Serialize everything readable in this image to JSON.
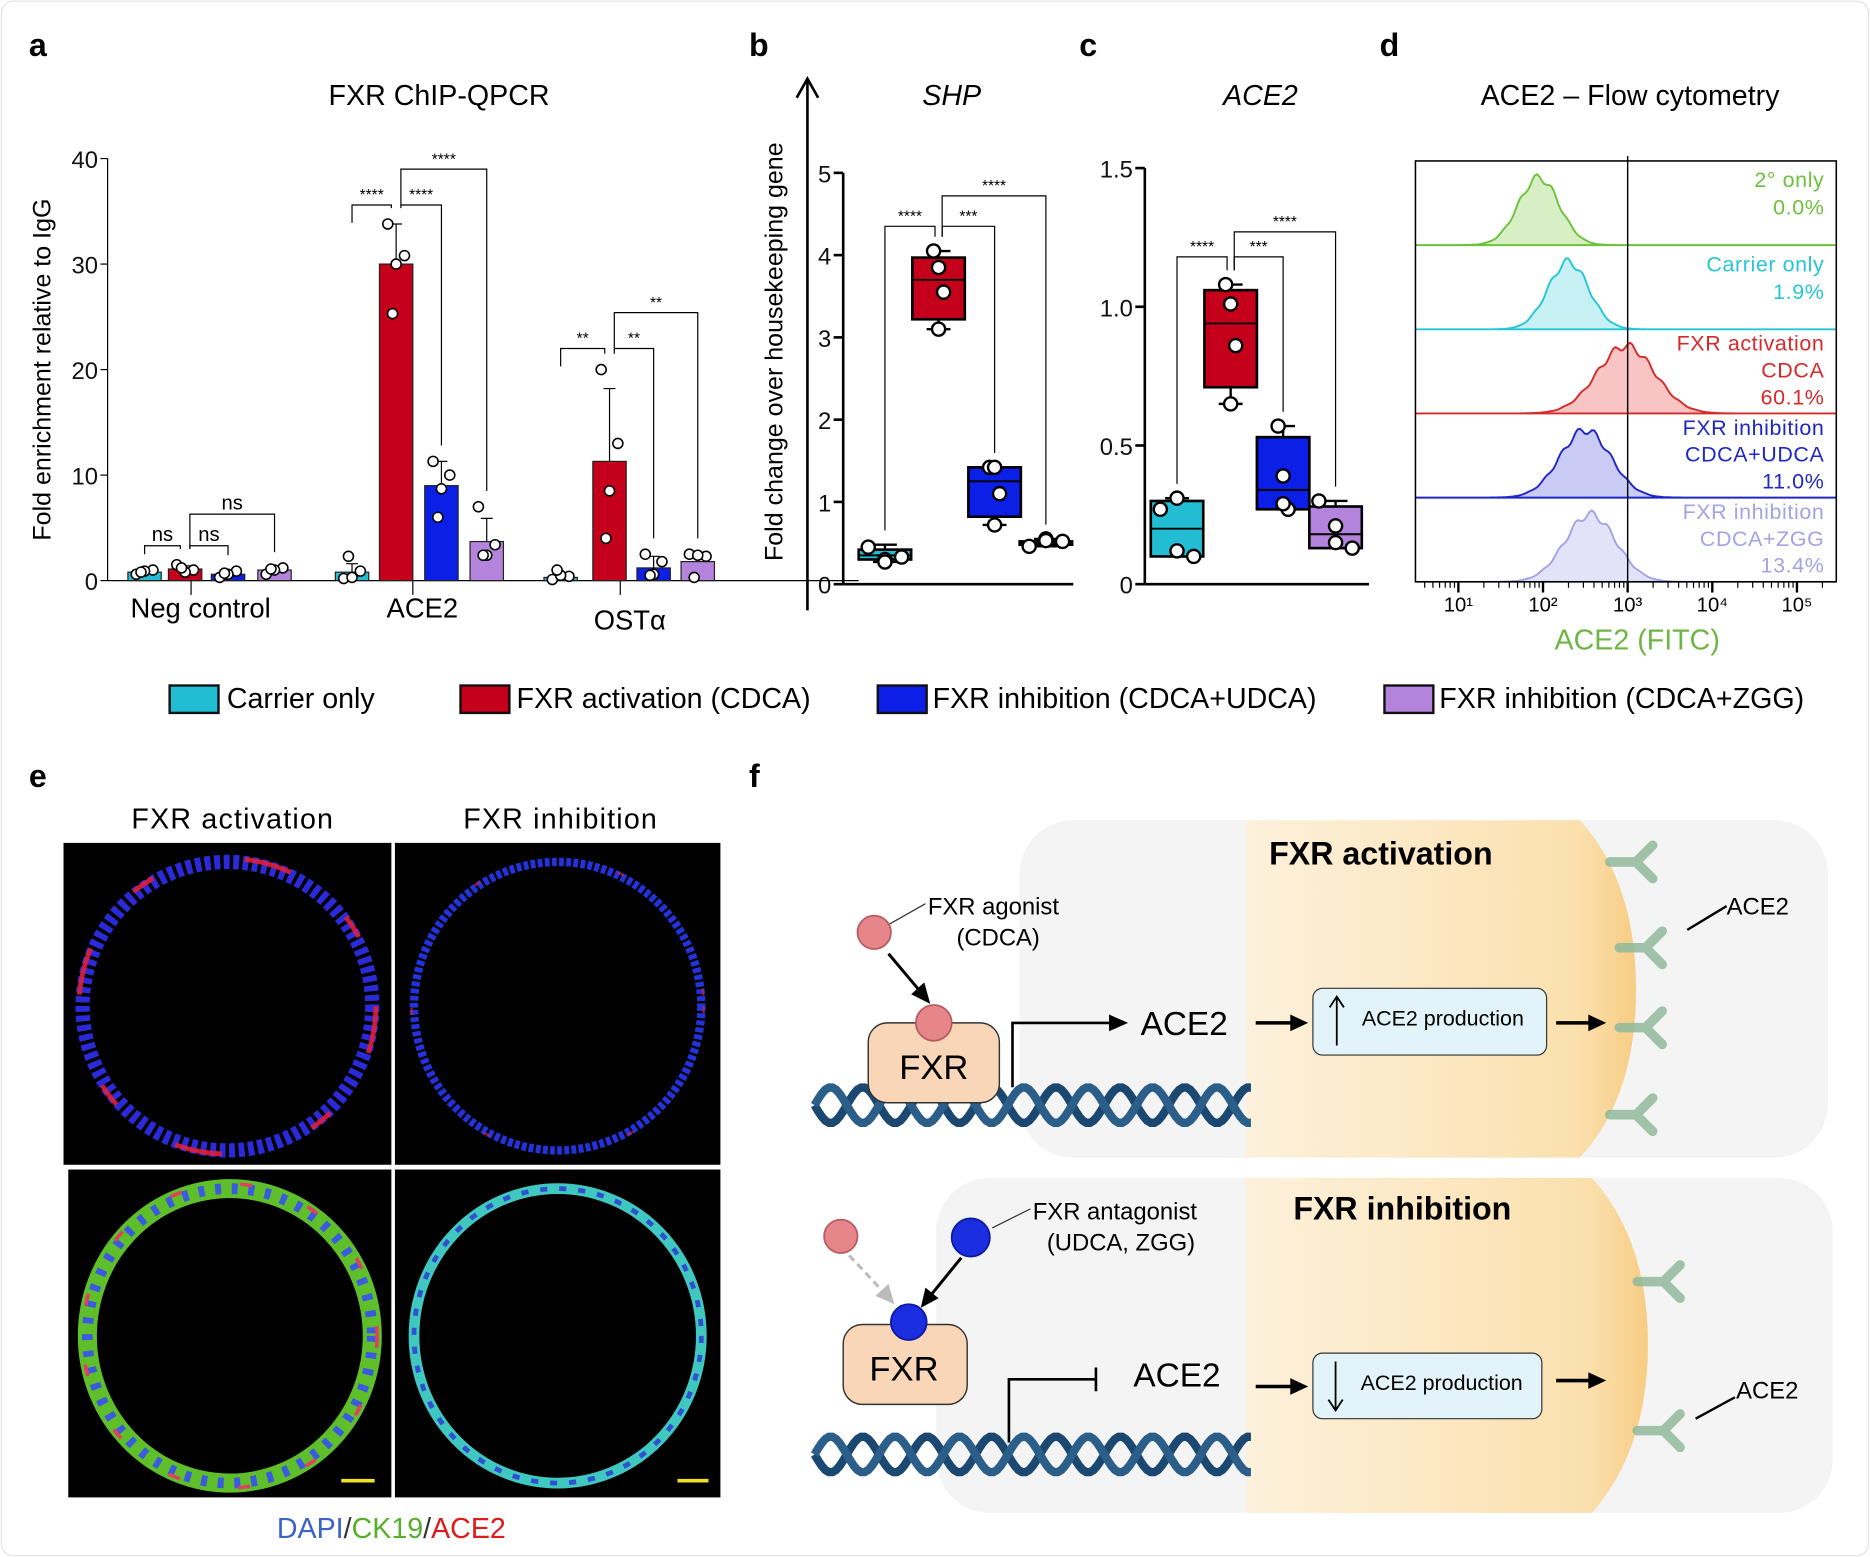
{
  "figure": {
    "panel_labels": {
      "a": "a",
      "b": "b",
      "c": "c",
      "d": "d",
      "e": "e",
      "f": "f"
    },
    "legend": [
      {
        "label": "Carrier only",
        "color": "#22bdd2"
      },
      {
        "label": "FXR activation (CDCA)",
        "color": "#c4001a"
      },
      {
        "label": "FXR inhibition (CDCA+UDCA)",
        "color": "#0b1fe6"
      },
      {
        "label": "FXR inhibition (CDCA+ZGG)",
        "color": "#b483dc"
      }
    ]
  },
  "chart_data": [
    {
      "panel": "a",
      "type": "bar",
      "title": "FXR ChIP-QPCR",
      "ylabel": "Fold enrichment relative to IgG",
      "ylim": [
        0,
        40
      ],
      "yticks": [
        "0",
        "10",
        "20",
        "30",
        "40"
      ],
      "categories": [
        "Neg control",
        "ACE2",
        "OSTα"
      ],
      "series": [
        {
          "name": "Carrier only",
          "values": [
            0.8,
            0.8,
            0.3
          ],
          "sd": [
            0.3,
            0.8,
            0.3
          ],
          "points": [
            [
              0.6,
              1.0,
              0.9,
              0.8
            ],
            [
              0.2,
              0.9,
              0.3,
              2.3
            ],
            [
              0.1,
              0.4,
              0.5,
              1.0
            ]
          ]
        },
        {
          "name": "FXR activation (CDCA)",
          "values": [
            1.1,
            30.0,
            11.3
          ],
          "sd": [
            0.3,
            3.8,
            6.9
          ],
          "points": [
            [
              1.5,
              1.0,
              0.8,
              1.2
            ],
            [
              33.8,
              30.8,
              30.0,
              25.3
            ],
            [
              20.0,
              13.0,
              8.5,
              4.0
            ]
          ]
        },
        {
          "name": "FXR inhibition (CDCA+UDCA)",
          "values": [
            0.6,
            9.0,
            1.2
          ],
          "sd": [
            0.3,
            2.3,
            1.1
          ],
          "points": [
            [
              0.3,
              0.9,
              0.6,
              0.7
            ],
            [
              11.3,
              10.0,
              8.7,
              6.0
            ],
            [
              2.5,
              1.8,
              0.6,
              0.5
            ]
          ]
        },
        {
          "name": "FXR inhibition (CDCA+ZGG)",
          "values": [
            1.0,
            3.7,
            1.8
          ],
          "sd": [
            0.3,
            2.2,
            0.8
          ],
          "points": [
            [
              0.6,
              1.2,
              1.0,
              1.1
            ],
            [
              7.0,
              3.4,
              2.4,
              2.4
            ],
            [
              2.5,
              2.3,
              2.4,
              0.3
            ]
          ]
        }
      ],
      "significance": [
        [
          {
            "from": 0,
            "to": 1,
            "label": "ns"
          },
          {
            "from": 1,
            "to": 2,
            "label": "ns"
          },
          {
            "from": 1,
            "to": 3,
            "label": "ns"
          }
        ],
        [
          {
            "from": 0,
            "to": 1,
            "label": "****"
          },
          {
            "from": 1,
            "to": 2,
            "label": "****"
          },
          {
            "from": 1,
            "to": 3,
            "label": "****"
          }
        ],
        [
          {
            "from": 0,
            "to": 1,
            "label": "**"
          },
          {
            "from": 1,
            "to": 2,
            "label": "**"
          },
          {
            "from": 1,
            "to": 3,
            "label": "**"
          }
        ]
      ]
    },
    {
      "panel": "b",
      "type": "box",
      "title": "SHP",
      "ylabel": "Fold change over housekeeping gene",
      "ylim": [
        0,
        5
      ],
      "yticks": [
        "0",
        "1",
        "2",
        "3",
        "4",
        "5"
      ],
      "groups": [
        {
          "name": "Carrier only",
          "min": 0.27,
          "q1": 0.3,
          "median": 0.35,
          "q3": 0.42,
          "max": 0.48,
          "points": [
            0.45,
            0.3,
            0.33,
            0.27
          ]
        },
        {
          "name": "FXR activation (CDCA)",
          "min": 3.1,
          "q1": 3.22,
          "median": 3.7,
          "q3": 3.97,
          "max": 4.05,
          "points": [
            4.05,
            3.85,
            3.55,
            3.1
          ]
        },
        {
          "name": "FXR inhibition (CDCA+UDCA)",
          "min": 0.72,
          "q1": 0.82,
          "median": 1.25,
          "q3": 1.42,
          "max": 1.42,
          "points": [
            1.42,
            1.42,
            1.1,
            0.72
          ]
        },
        {
          "name": "FXR inhibition (CDCA+ZGG)",
          "min": 0.46,
          "q1": 0.48,
          "median": 0.5,
          "q3": 0.52,
          "max": 0.55,
          "points": [
            0.46,
            0.55,
            0.52,
            0.53
          ]
        }
      ],
      "significance": [
        {
          "from": 0,
          "to": 1,
          "label": "****"
        },
        {
          "from": 1,
          "to": 2,
          "label": "***"
        },
        {
          "from": 1,
          "to": 3,
          "label": "****"
        }
      ]
    },
    {
      "panel": "c",
      "type": "box",
      "title": "ACE2",
      "ylabel": "",
      "ylim": [
        0,
        1.5
      ],
      "yticks": [
        "0",
        "0.5",
        "1.0",
        "1.5"
      ],
      "groups": [
        {
          "name": "Carrier only",
          "min": 0.1,
          "q1": 0.1,
          "median": 0.2,
          "q3": 0.3,
          "max": 0.31,
          "points": [
            0.27,
            0.31,
            0.1,
            0.12
          ]
        },
        {
          "name": "FXR activation (CDCA)",
          "min": 0.65,
          "q1": 0.71,
          "median": 0.94,
          "q3": 1.06,
          "max": 1.08,
          "points": [
            1.08,
            1.01,
            0.86,
            0.65
          ]
        },
        {
          "name": "FXR inhibition (CDCA+UDCA)",
          "min": 0.27,
          "q1": 0.27,
          "median": 0.34,
          "q3": 0.53,
          "max": 0.57,
          "points": [
            0.57,
            0.39,
            0.27,
            0.29
          ]
        },
        {
          "name": "FXR inhibition (CDCA+ZGG)",
          "min": 0.13,
          "q1": 0.13,
          "median": 0.18,
          "q3": 0.28,
          "max": 0.3,
          "points": [
            0.3,
            0.21,
            0.13,
            0.15
          ]
        }
      ],
      "significance": [
        {
          "from": 0,
          "to": 1,
          "label": "****"
        },
        {
          "from": 1,
          "to": 2,
          "label": "***"
        },
        {
          "from": 1,
          "to": 3,
          "label": "****"
        }
      ]
    },
    {
      "panel": "d",
      "type": "histogram",
      "title": "ACE2 – Flow cytometry",
      "xlabel": "ACE2 (FITC)",
      "xscale": "log",
      "xticks": [
        "10¹",
        "10²",
        "10³",
        "10⁴",
        "10⁵"
      ],
      "gate": "10³",
      "rows": [
        {
          "lines": [
            "2° only",
            "0.0%"
          ],
          "color": "#6cc23a",
          "fill": "#d8efc6",
          "peak_log10": 1.95,
          "spread_log10": 0.24
        },
        {
          "lines": [
            "Carrier only",
            "1.9%"
          ],
          "color": "#26c6d6",
          "fill": "#c6f0f3",
          "peak_log10": 2.3,
          "spread_log10": 0.24
        },
        {
          "lines": [
            "FXR activation",
            "CDCA",
            "60.1%"
          ],
          "color": "#d62a2a",
          "fill": "#f8c4c4",
          "peak_log10": 2.98,
          "spread_log10": 0.34
        },
        {
          "lines": [
            "FXR inhibition",
            "CDCA+UDCA",
            "11.0%"
          ],
          "color": "#2027c8",
          "fill": "#c9cbf4",
          "peak_log10": 2.5,
          "spread_log10": 0.3
        },
        {
          "lines": [
            "FXR inhibition",
            "CDCA+ZGG",
            "13.4%"
          ],
          "color": "#a3a3e6",
          "fill": "#e2e2f8",
          "peak_log10": 2.56,
          "spread_log10": 0.3
        }
      ]
    }
  ],
  "panel_e": {
    "titles": [
      "FXR activation",
      "FXR inhibition"
    ],
    "caption": [
      {
        "text": "DAPI",
        "color": "#3a62c8"
      },
      {
        "text": "/",
        "color": "#333333"
      },
      {
        "text": "CK19",
        "color": "#56b02c"
      },
      {
        "text": "/",
        "color": "#333333"
      },
      {
        "text": "ACE2",
        "color": "#e01a1a"
      }
    ]
  },
  "panel_f": {
    "activation": {
      "title": "FXR activation",
      "ligand_label": "FXR agonist",
      "ligand_sub": "(CDCA)",
      "receptor": "FXR",
      "gene": "ACE2",
      "production": "ACE2 production",
      "surface_label": "ACE2"
    },
    "inhibition": {
      "title": "FXR inhibition",
      "ligand_label": "FXR antagonist",
      "ligand_sub": "(UDCA, ZGG)",
      "receptor": "FXR",
      "gene": "ACE2",
      "production": "ACE2 production",
      "surface_label": "ACE2"
    }
  }
}
